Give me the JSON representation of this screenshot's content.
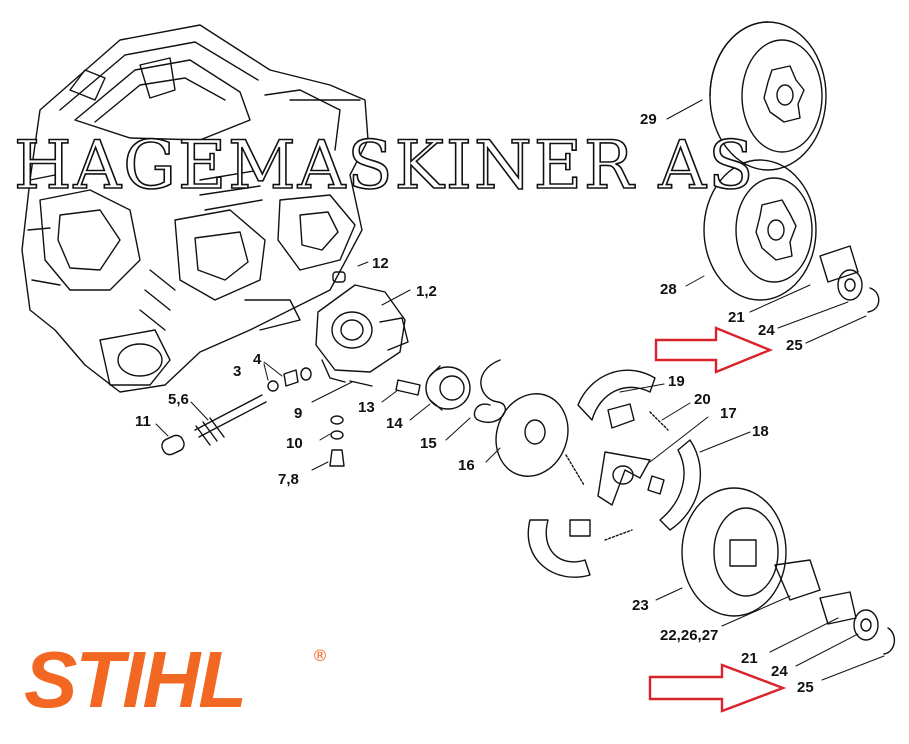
{
  "watermark_text": "HAGEMASKINER AS",
  "brand": {
    "name": "STIHL",
    "registered_mark": "®",
    "color": "#f26722"
  },
  "arrow_color": "#d9222a",
  "part_labels": [
    {
      "id": "29",
      "text": "29"
    },
    {
      "id": "28",
      "text": "28"
    },
    {
      "id": "21a",
      "text": "21"
    },
    {
      "id": "24a",
      "text": "24"
    },
    {
      "id": "25a",
      "text": "25"
    },
    {
      "id": "12",
      "text": "12"
    },
    {
      "id": "1_2",
      "text": "1,2"
    },
    {
      "id": "4",
      "text": "4"
    },
    {
      "id": "3",
      "text": "3"
    },
    {
      "id": "5_6",
      "text": "5,6"
    },
    {
      "id": "11",
      "text": "11"
    },
    {
      "id": "9",
      "text": "9"
    },
    {
      "id": "13",
      "text": "13"
    },
    {
      "id": "10",
      "text": "10"
    },
    {
      "id": "14",
      "text": "14"
    },
    {
      "id": "15",
      "text": "15"
    },
    {
      "id": "7_8",
      "text": "7,8"
    },
    {
      "id": "16",
      "text": "16"
    },
    {
      "id": "19",
      "text": "19"
    },
    {
      "id": "20",
      "text": "20"
    },
    {
      "id": "17",
      "text": "17"
    },
    {
      "id": "18",
      "text": "18"
    },
    {
      "id": "23",
      "text": "23"
    },
    {
      "id": "22_26_27",
      "text": "22,26,27"
    },
    {
      "id": "21b",
      "text": "21"
    },
    {
      "id": "24b",
      "text": "24"
    },
    {
      "id": "25b",
      "text": "25"
    }
  ]
}
